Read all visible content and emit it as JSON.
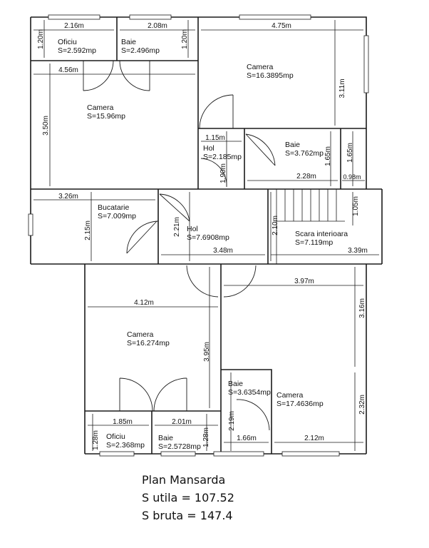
{
  "rooms": {
    "oficiu_top": {
      "name": "Oficiu",
      "area": "S=2.592mp"
    },
    "baie_top": {
      "name": "Baie",
      "area": "S=2.496mp"
    },
    "camera_ne": {
      "name": "Camera",
      "area": "S=16.3895mp"
    },
    "camera_nw": {
      "name": "Camera",
      "area": "S=15.96mp"
    },
    "hol_small": {
      "name": "Hol",
      "area": "S=2.185mp"
    },
    "baie_mid": {
      "name": "Baie",
      "area": "S=3.762mp"
    },
    "bucatarie": {
      "name": "Bucatarie",
      "area": "S=7.009mp"
    },
    "hol_main": {
      "name": "Hol",
      "area": "S=7.6908mp"
    },
    "scara": {
      "name": "Scara interioara",
      "area": "S=7.119mp"
    },
    "camera_sw": {
      "name": "Camera",
      "area": "S=16.274mp"
    },
    "baie_se": {
      "name": "Baie",
      "area": "S=3.6354mp"
    },
    "camera_se": {
      "name": "Camera",
      "area": "S=17.4636mp"
    },
    "oficiu_bottom": {
      "name": "Oficiu",
      "area": "S=2.368mp"
    },
    "baie_bottom": {
      "name": "Baie",
      "area": "S=2.5728mp"
    }
  },
  "dimensions": {
    "d_216": "2.16m",
    "d_208": "2.08m",
    "d_475": "4.75m",
    "d_120a": "1.20m",
    "d_120b": "1.20m",
    "d_456": "4.56m",
    "d_350": "3.50m",
    "d_311": "3.11m",
    "d_115": "1.15m",
    "d_190": "1.90m",
    "d_165a": "1.65m",
    "d_165b": "1.65m",
    "d_228": "2.28m",
    "d_098": "0.98m",
    "d_326": "3.26m",
    "d_215": "2.15m",
    "d_221": "2.21m",
    "d_210": "2.10m",
    "d_105": "1.05m",
    "d_348": "3.48m",
    "d_339": "3.39m",
    "d_397": "3.97m",
    "d_412": "4.12m",
    "d_316": "3.16m",
    "d_395": "3.95m",
    "d_232": "2.32m",
    "d_219": "2.19m",
    "d_185": "1.85m",
    "d_201": "2.01m",
    "d_128a": "1.28m",
    "d_128b": "1.28m",
    "d_166": "1.66m",
    "d_212": "2.12m"
  },
  "summary": {
    "title": "Plan Mansarda",
    "usable": "S utila = 107.52",
    "gross": "S bruta = 147.4"
  }
}
